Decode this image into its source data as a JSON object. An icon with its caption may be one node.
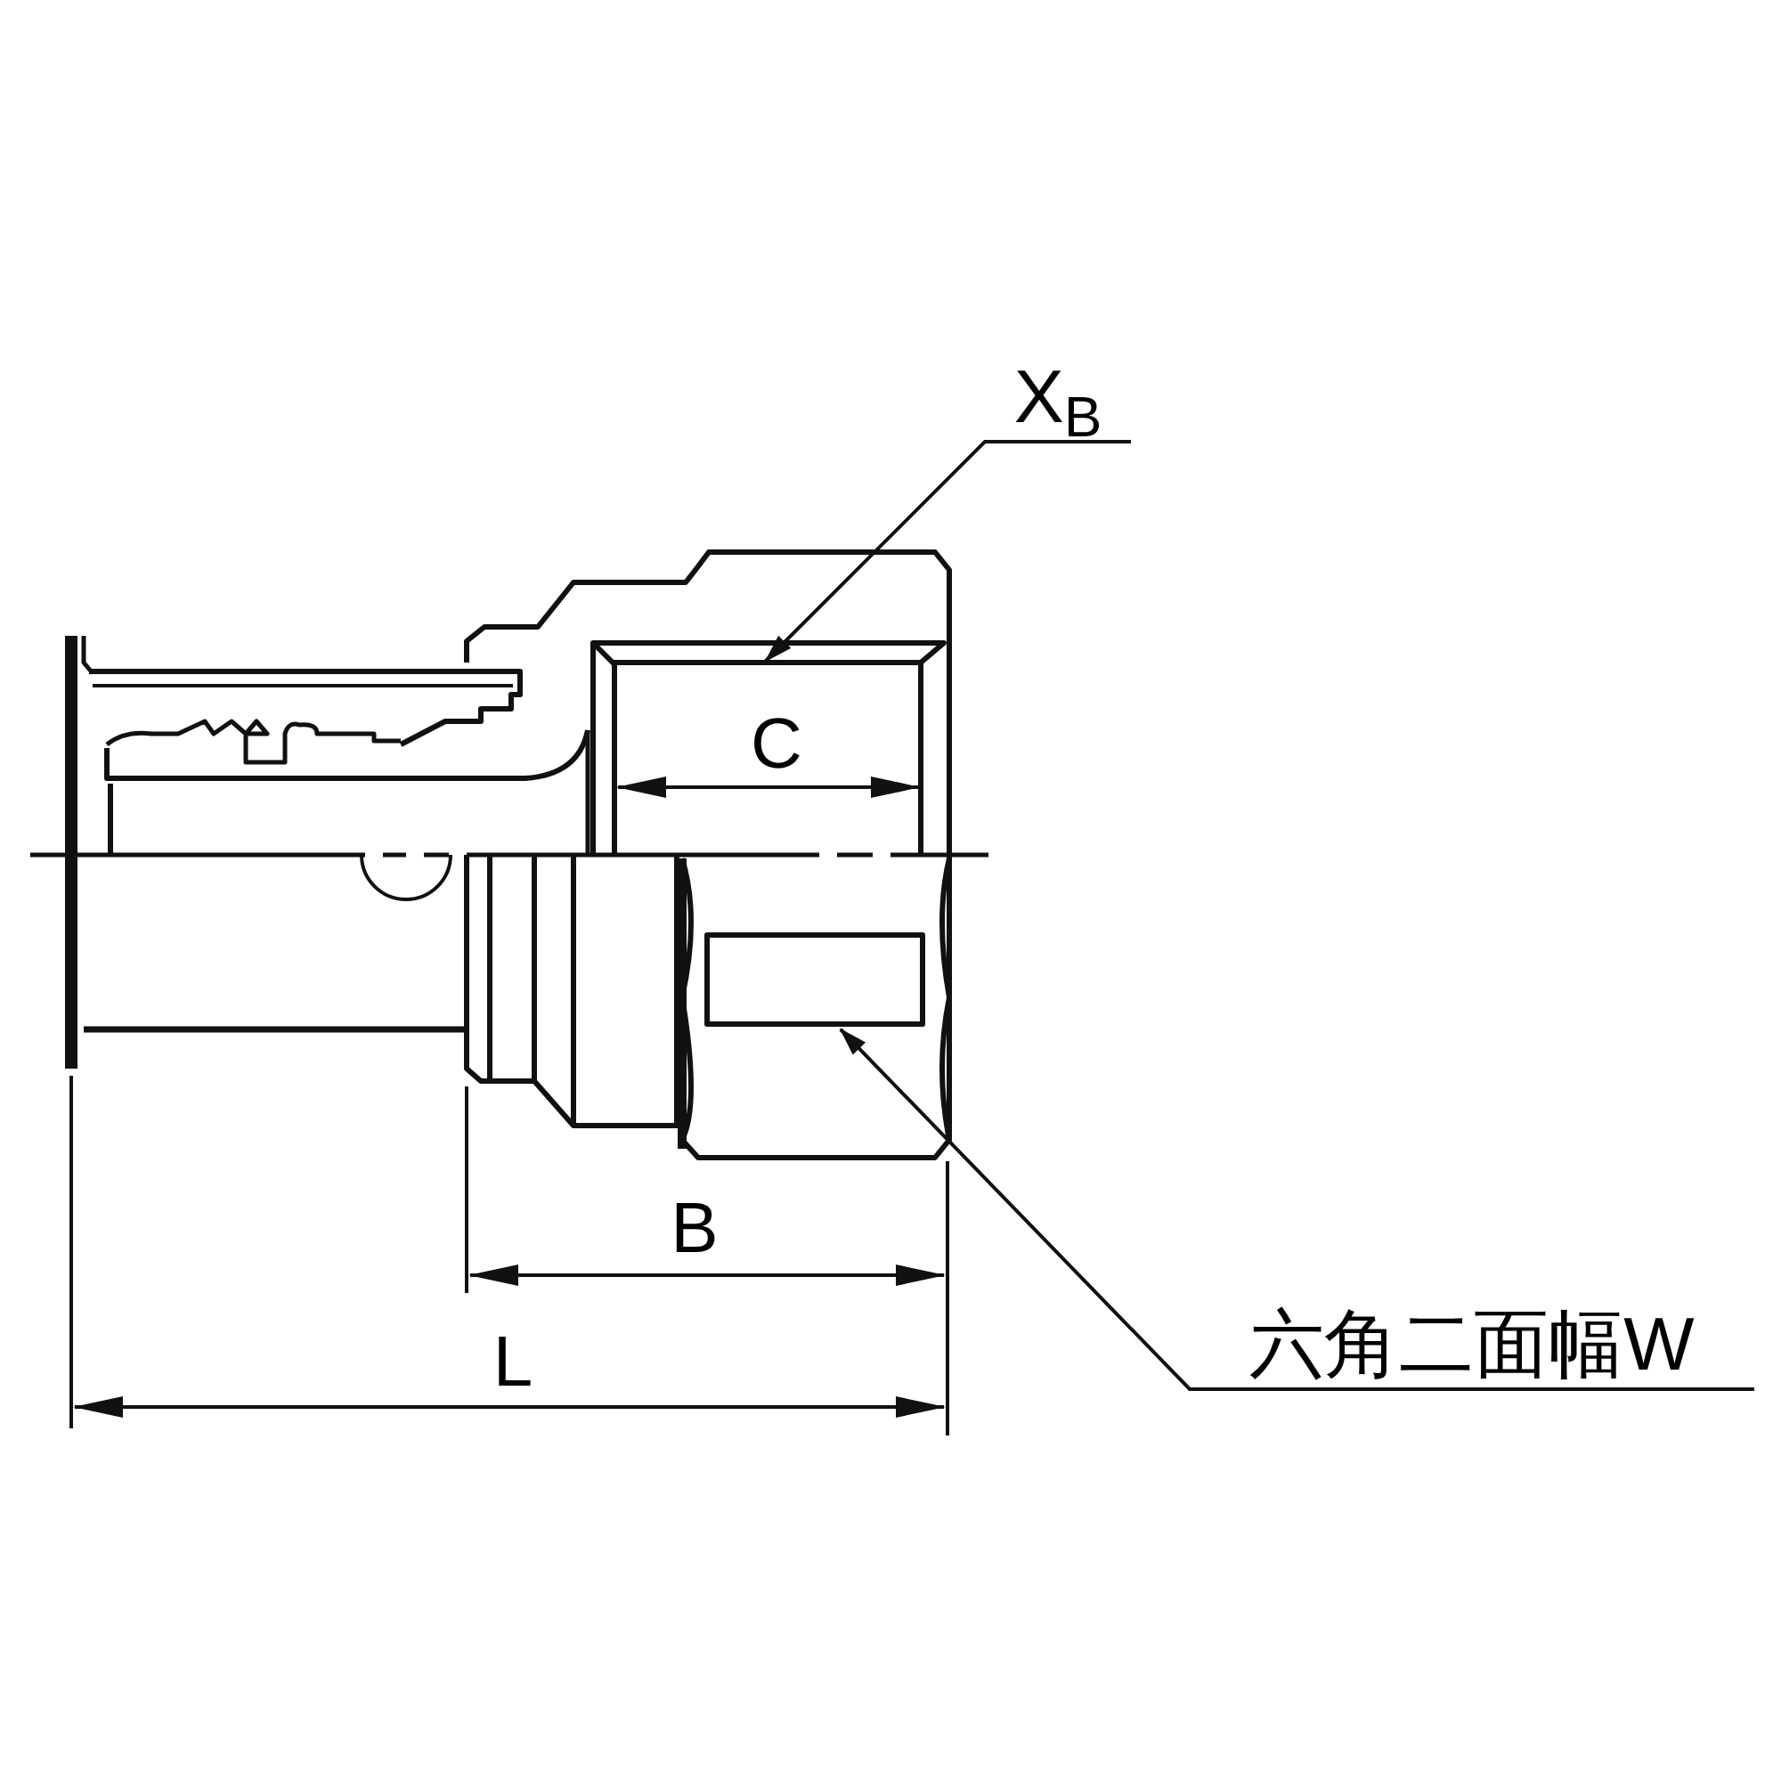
{
  "diagram": {
    "nodes": [
      {
        "text": [
          "X$_{B}$"
        ]
      },
      {
        "text": [
          "六角二面幅W"
        ]
      }
    ],
    "edges": [
      {
        "from": 0,
        "to": null,
        "arrow": "to"
      },
      {
        "from": 1,
        "to": null,
        "arrow": "to"
      }
    ],
    "labels": [
      "C",
      "B",
      "L"
    ]
  }
}
